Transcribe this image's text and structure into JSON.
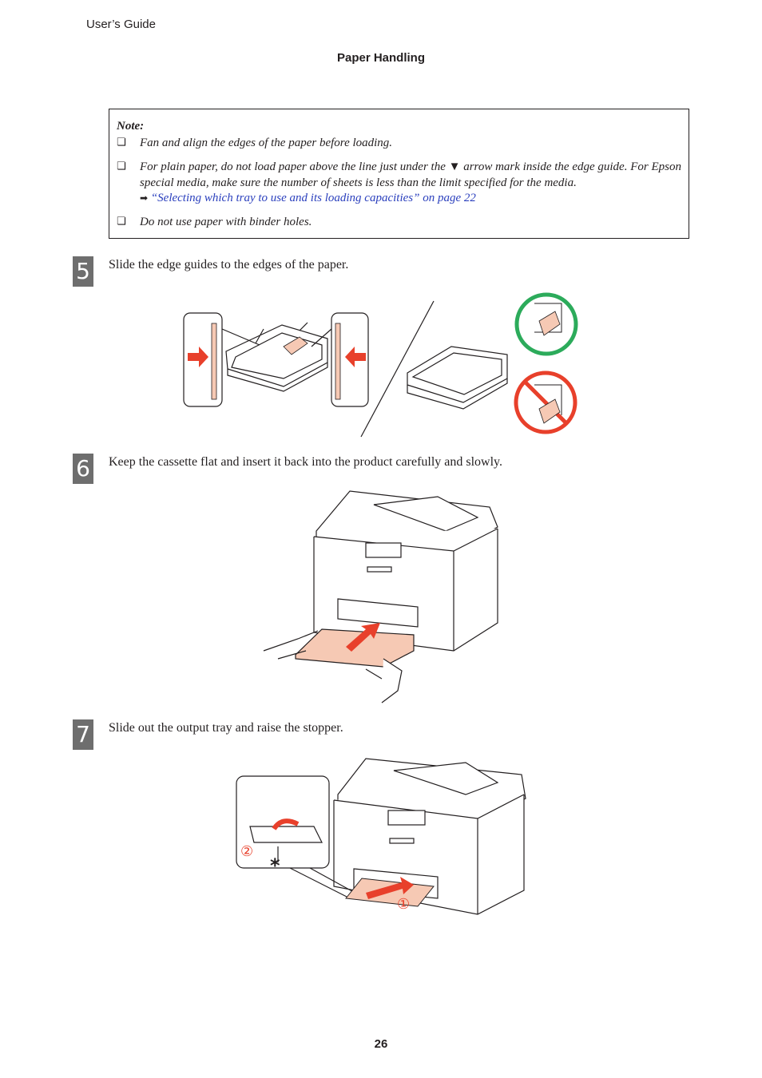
{
  "header": {
    "guide": "User’s Guide",
    "section": "Paper Handling"
  },
  "note": {
    "title": "Note:",
    "bullet": "❏",
    "items": [
      "Fan and align the edges of the paper before loading.",
      "For plain paper, do not load paper above the line just under the ▼ arrow mark inside the edge guide. For Epson special media, make sure the number of sheets is less than the limit specified for the media.",
      "Do not use paper with binder holes."
    ],
    "link_arrow": "➡",
    "link_text": "“Selecting which tray to use and its loading capacities” on page 22"
  },
  "steps": [
    {
      "number": "5",
      "text": "Slide the edge guides to the edges of the paper."
    },
    {
      "number": "6",
      "text": "Keep the cassette flat and insert it back into the product carefully and slowly."
    },
    {
      "number": "7",
      "text": "Slide out the output tray and raise the stopper."
    }
  ],
  "figure3_labels": {
    "one": "①",
    "two": "②",
    "asterisk": "*"
  },
  "colors": {
    "accent_red": "#e8402b",
    "paper_pink": "#f6c9b4",
    "ok_green": "#2cab5b",
    "link_blue": "#2a3fbd",
    "step_gray": "#6e6e6e"
  },
  "footer": {
    "page_number": "26"
  }
}
